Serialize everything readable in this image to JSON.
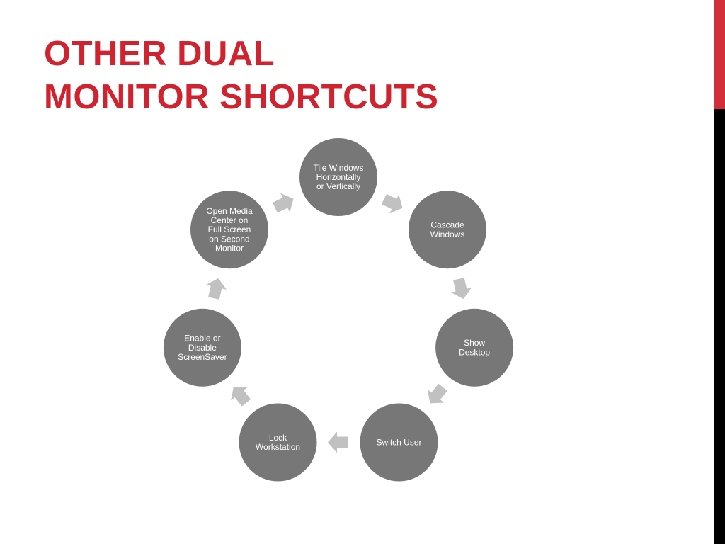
{
  "slide": {
    "title_lines": [
      "OTHER DUAL",
      "MONITOR SHORTCUTS"
    ],
    "accent_color": "#d0232f",
    "side_bar_colors": [
      "#d32f3a",
      "#000000"
    ]
  },
  "cycle": {
    "node_color": "#777777",
    "arrow_color": "#c1c1c1",
    "nodes": [
      {
        "lines": [
          "Tile Windows",
          "Horizontally",
          "or Vertically"
        ]
      },
      {
        "lines": [
          "Cascade",
          "Windows"
        ]
      },
      {
        "lines": [
          "Show",
          "Desktop"
        ]
      },
      {
        "lines": [
          "Switch User"
        ]
      },
      {
        "lines": [
          "Lock",
          "Workstation"
        ]
      },
      {
        "lines": [
          "Enable or",
          "Disable",
          "ScreenSaver"
        ]
      },
      {
        "lines": [
          "Open Media",
          "Center on",
          "Full Screen",
          "on Second",
          "Monitor"
        ]
      }
    ]
  }
}
